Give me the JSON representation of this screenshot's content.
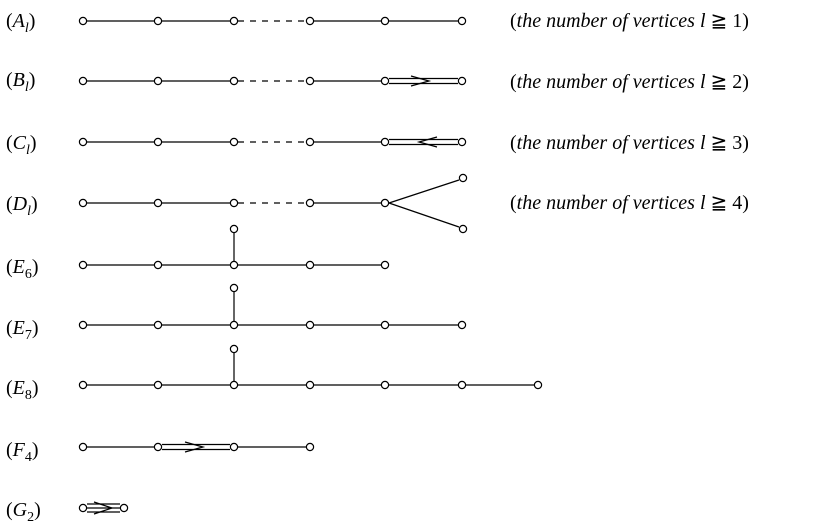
{
  "rows": [
    {
      "id": "A",
      "letter": "A",
      "sub": "l",
      "note_text": "the number of vertices",
      "note_var": "l",
      "note_rel": "≧",
      "note_num": "1"
    },
    {
      "id": "B",
      "letter": "B",
      "sub": "l",
      "note_text": "the number of vertices",
      "note_var": "l",
      "note_rel": "≧",
      "note_num": "2"
    },
    {
      "id": "C",
      "letter": "C",
      "sub": "l",
      "note_text": "the number of vertices",
      "note_var": "l",
      "note_rel": "≧",
      "note_num": "3"
    },
    {
      "id": "D",
      "letter": "D",
      "sub": "l",
      "note_text": "the number of vertices",
      "note_var": "l",
      "note_rel": "≧",
      "note_num": "4"
    },
    {
      "id": "E6",
      "letter": "E",
      "sub": "6"
    },
    {
      "id": "E7",
      "letter": "E",
      "sub": "7"
    },
    {
      "id": "E8",
      "letter": "E",
      "sub": "8"
    },
    {
      "id": "F4",
      "letter": "F",
      "sub": "4"
    },
    {
      "id": "G2",
      "letter": "G",
      "sub": "2"
    }
  ]
}
